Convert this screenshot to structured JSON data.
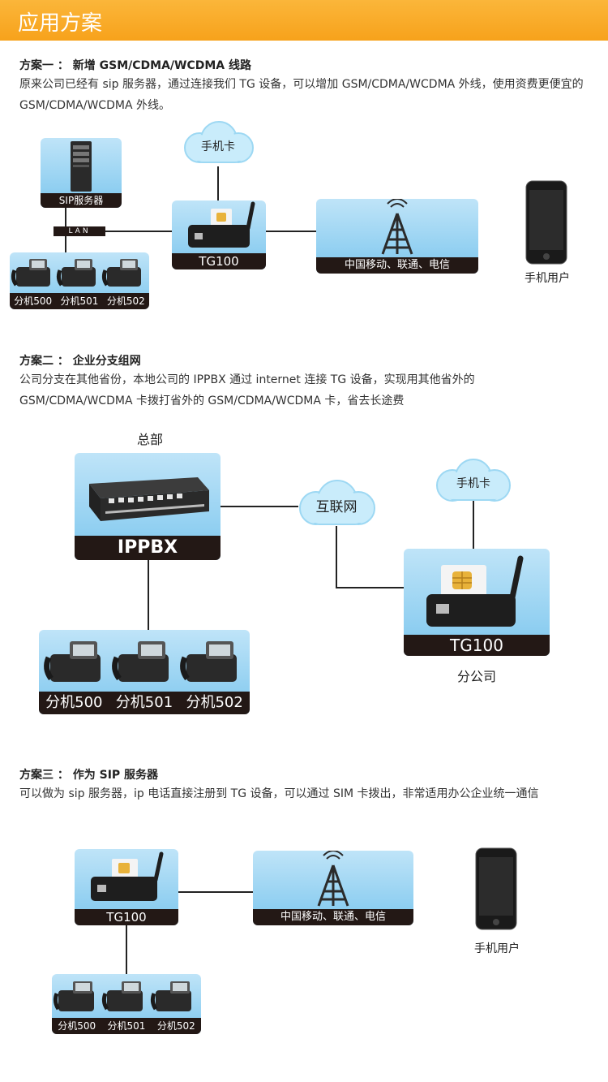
{
  "banner": {
    "title": "应用方案"
  },
  "scheme1": {
    "heading": "方案一 ： 新增 GSM/CDMA/WCDMA 线路",
    "body": "原来公司已经有 sip 服务器，通过连接我们 TG 设备，可以增加 GSM/CDMA/WCDMA 外线，使用资费更便宜的 GSM/CDMA/WCDMA 外线。",
    "sim_cloud": "手机卡",
    "sip_server": "SIP服务器",
    "lan": "LAN",
    "tg": "TG100",
    "network": "中国移动、联通、电信",
    "mobile_user": "手机用户",
    "extensions": [
      "分机500",
      "分机501",
      "分机502"
    ]
  },
  "scheme2": {
    "heading": "方案二 ： 企业分支组网",
    "body": "公司分支在其他省份，本地公司的 IPPBX 通过 internet 连接 TG 设备，实现用其他省外的 GSM/CDMA/WCDMA 卡拨打省外的 GSM/CDMA/WCDMA 卡，省去长途费",
    "headquarters": "总部",
    "ippbx": "IPPBX",
    "internet_cloud": "互联网",
    "sim_cloud": "手机卡",
    "tg": "TG100",
    "branch": "分公司",
    "extensions": [
      "分机500",
      "分机501",
      "分机502"
    ]
  },
  "scheme3": {
    "heading": "方案三 ： 作为 SIP 服务器",
    "body": "可以做为 sip 服务器，ip 电话直接注册到 TG 设备，可以通过 SIM 卡拨出，非常适用办公企业统一通信",
    "tg": "TG100",
    "network": "中国移动、联通、电信",
    "mobile_user": "手机用户",
    "extensions": [
      "分机500",
      "分机501",
      "分机502"
    ]
  }
}
